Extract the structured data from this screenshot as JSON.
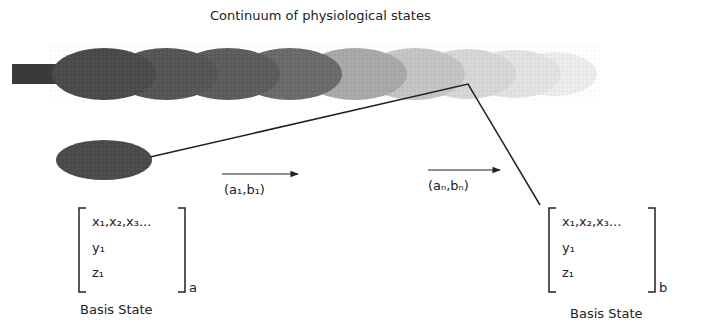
{
  "diagram": {
    "title": "Continuum of physiological states",
    "labels": [
      "(a₁,b₁)",
      "(aₙ,bₙ)",
      "x₁,x₂,x₃...",
      "y₁",
      "z₁",
      "a",
      "Basis State",
      "x₁,x₂,x₃...",
      "y₁",
      "z₁",
      "b",
      "Basis State"
    ]
  }
}
